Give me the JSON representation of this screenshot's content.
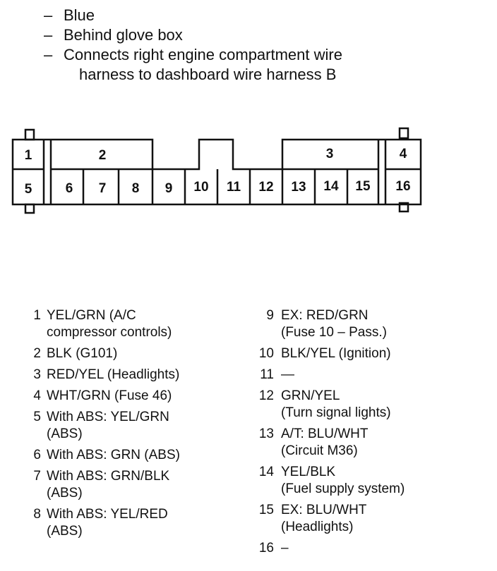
{
  "notes": [
    {
      "dash": "–",
      "text": "Blue"
    },
    {
      "dash": "–",
      "text": "Behind glove box"
    },
    {
      "dash": "–",
      "text": "Connects right engine compartment wire",
      "cont": "harness to dashboard wire harness B"
    }
  ],
  "connector": {
    "labels": {
      "p1": "1",
      "p2": "2",
      "p3": "3",
      "p4": "4",
      "p5": "5",
      "p6": "6",
      "p7": "7",
      "p8": "8",
      "p9": "9",
      "p10": "10",
      "p11": "11",
      "p12": "12",
      "p13": "13",
      "p14": "14",
      "p15": "15",
      "p16": "16"
    }
  },
  "pins_left": [
    {
      "num": "1",
      "lines": [
        "YEL/GRN (A/C",
        "compressor controls)"
      ]
    },
    {
      "num": "2",
      "lines": [
        "BLK (G101)"
      ]
    },
    {
      "num": "3",
      "lines": [
        "RED/YEL (Headlights)"
      ]
    },
    {
      "num": "4",
      "lines": [
        "WHT/GRN (Fuse 46)"
      ]
    },
    {
      "num": "5",
      "lines": [
        "With ABS: YEL/GRN",
        "(ABS)"
      ]
    },
    {
      "num": "6",
      "lines": [
        "With ABS: GRN (ABS)"
      ]
    },
    {
      "num": "7",
      "lines": [
        "With ABS: GRN/BLK",
        "(ABS)"
      ]
    },
    {
      "num": "8",
      "lines": [
        "With ABS: YEL/RED",
        "(ABS)"
      ]
    }
  ],
  "pins_right": [
    {
      "num": "9",
      "lines": [
        "EX: RED/GRN",
        "(Fuse 10 – Pass.)"
      ]
    },
    {
      "num": "10",
      "lines": [
        "BLK/YEL (Ignition)"
      ]
    },
    {
      "num": "11",
      "lines": [
        "—"
      ]
    },
    {
      "num": "12",
      "lines": [
        "GRN/YEL",
        "(Turn signal lights)"
      ]
    },
    {
      "num": "13",
      "lines": [
        "A/T: BLU/WHT",
        "(Circuit M36)"
      ]
    },
    {
      "num": "14",
      "lines": [
        "YEL/BLK",
        "(Fuel supply system)"
      ]
    },
    {
      "num": "15",
      "lines": [
        "EX: BLU/WHT",
        "(Headlights)"
      ]
    },
    {
      "num": "16",
      "lines": [
        "–"
      ]
    }
  ]
}
